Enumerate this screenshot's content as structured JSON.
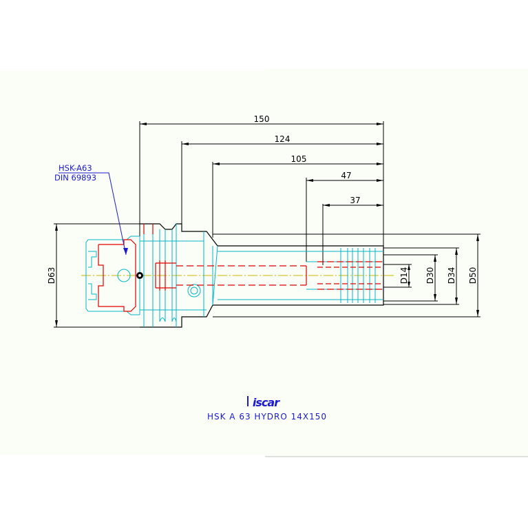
{
  "drawing": {
    "title": "HSK A 63 HYDRO 14X150",
    "logo_text": "iscar",
    "callout": {
      "line1": "HSK-A63",
      "line2": "DIN 69893"
    },
    "dimensions": {
      "horizontal": [
        "150",
        "124",
        "105",
        "47",
        "37"
      ],
      "vertical_left": "D63",
      "vertical_right": [
        "D14",
        "D30",
        "D34",
        "D50"
      ]
    }
  },
  "colors": {
    "background_panel": "#fbfdf7",
    "outline": "#000000",
    "body": "#00b7c7",
    "hidden": "#e00000",
    "center": "#c8b400",
    "annotation": "#1a1ad0"
  }
}
